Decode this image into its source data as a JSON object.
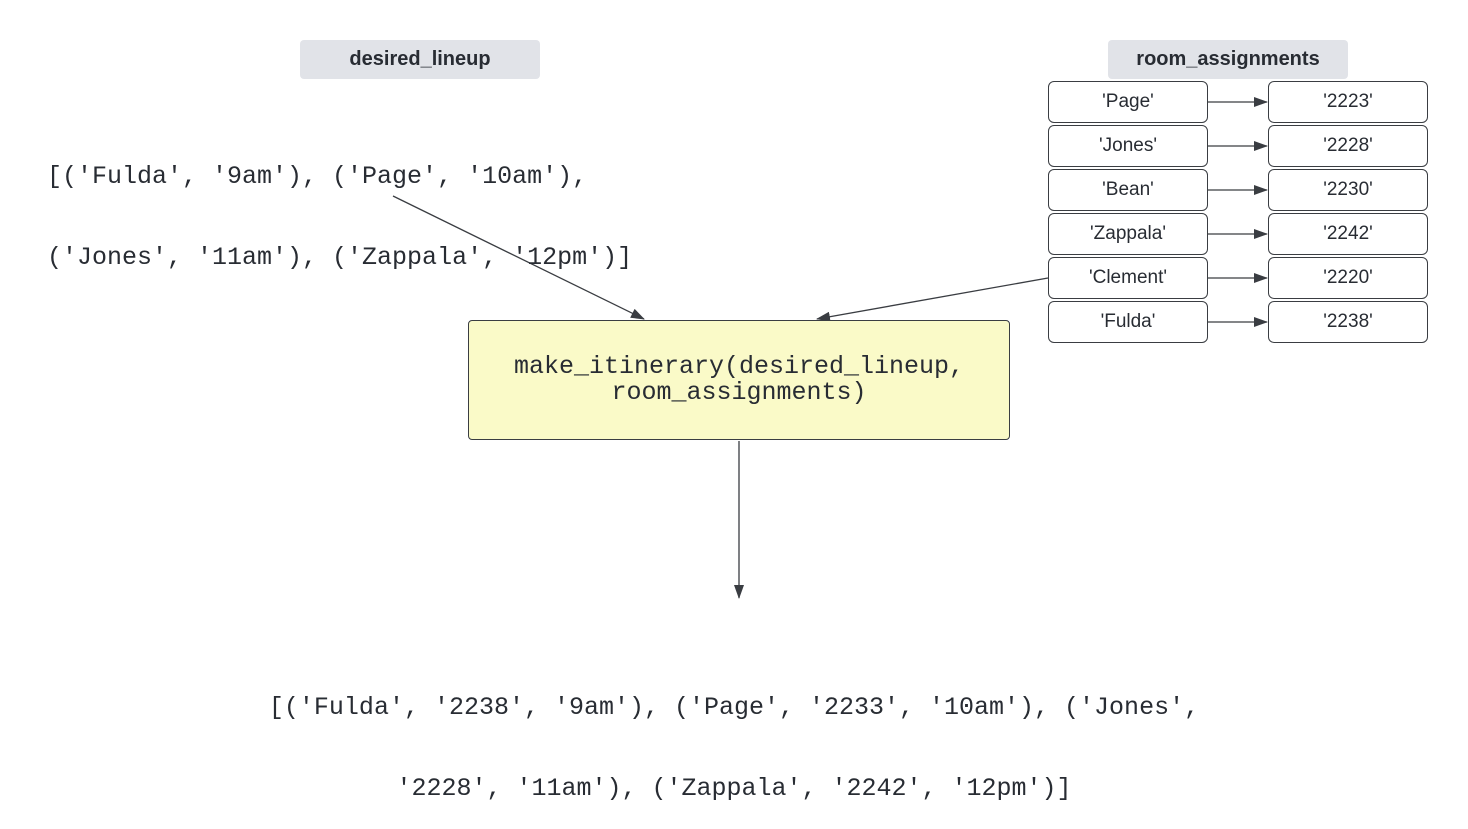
{
  "labels": {
    "desired_lineup": "desired_lineup",
    "room_assignments": "room_assignments"
  },
  "desired_lineup_literal": {
    "line1": "[('Fulda', '9am'), ('Page', '10am'),",
    "line2": "('Jones', '11am'), ('Zappala', '12pm')]"
  },
  "function_call": {
    "line1": "make_itinerary(desired_lineup,",
    "line2": "room_assignments)"
  },
  "room_assignments": [
    {
      "key": "'Page'",
      "value": "'2223'"
    },
    {
      "key": "'Jones'",
      "value": "'2228'"
    },
    {
      "key": "'Bean'",
      "value": "'2230'"
    },
    {
      "key": "'Zappala'",
      "value": "'2242'"
    },
    {
      "key": "'Clement'",
      "value": "'2220'"
    },
    {
      "key": "'Fulda'",
      "value": "'2238'"
    }
  ],
  "result_literal": {
    "line1": "[('Fulda', '2238', '9am'), ('Page', '2233', '10am'), ('Jones',",
    "line2": "'2228', '11am'), ('Zappala', '2242', '12pm')]"
  },
  "colors": {
    "function_box_fill": "#fafac8",
    "label_pill_fill": "#e1e3e8",
    "stroke": "#3a3d42",
    "text": "#282c33"
  }
}
